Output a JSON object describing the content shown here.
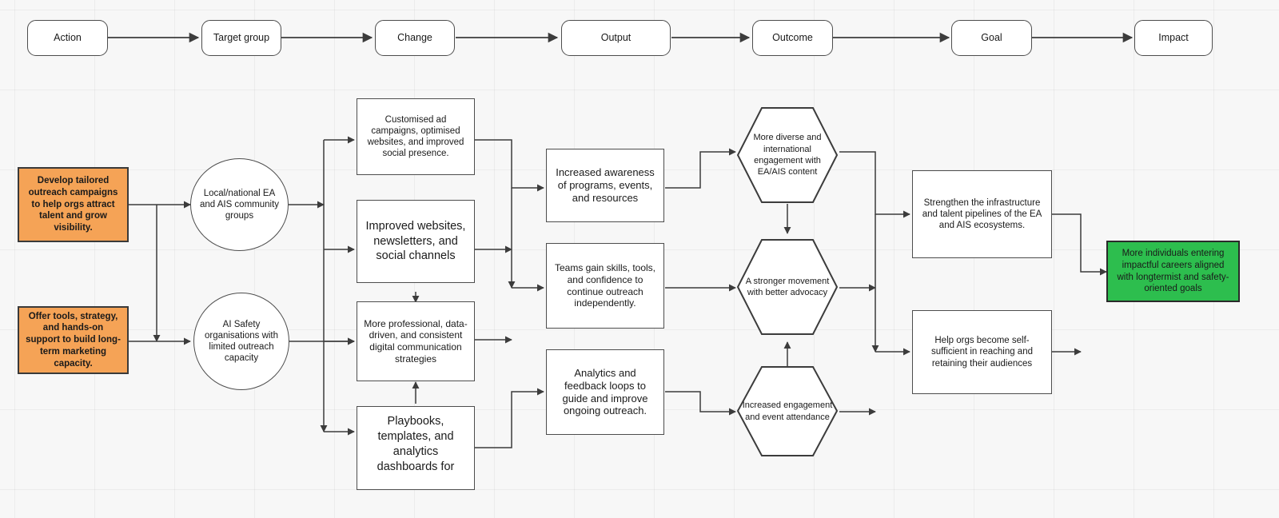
{
  "diagram": {
    "title": "Theory of change flowchart",
    "colors": {
      "accent_orange": "#f5a356",
      "accent_green": "#2dbe4e",
      "node_border": "#4d4d4d",
      "canvas_background": "#f7f7f7",
      "connector": "#3c3c3c"
    },
    "stages": [
      {
        "id": "stage-action",
        "label": "Action"
      },
      {
        "id": "stage-target-group",
        "label": "Target group"
      },
      {
        "id": "stage-change",
        "label": "Change"
      },
      {
        "id": "stage-output",
        "label": "Output"
      },
      {
        "id": "stage-outcome",
        "label": "Outcome"
      },
      {
        "id": "stage-goal",
        "label": "Goal"
      },
      {
        "id": "stage-impact",
        "label": "Impact"
      }
    ],
    "actions": [
      {
        "id": "action-outreach-campaigns",
        "label": "Develop tailored outreach campaigns to help orgs attract talent and grow visibility."
      },
      {
        "id": "action-tools-strategy",
        "label": "Offer tools, strategy, and hands-on support to build long-term marketing capacity."
      }
    ],
    "target_groups": [
      {
        "id": "target-community-groups",
        "label": "Local/national EA and AIS community groups"
      },
      {
        "id": "target-ai-safety-orgs",
        "label": "AI Safety organisations with limited outreach capacity"
      }
    ],
    "changes": [
      {
        "id": "change-ad-campaigns",
        "label": "Customised ad campaigns, optimised websites, and improved social presence."
      },
      {
        "id": "change-websites",
        "label": "Improved websites, newsletters, and social channels"
      },
      {
        "id": "change-communication",
        "label": "More professional, data-driven, and consistent digital communication strategies"
      },
      {
        "id": "change-playbooks",
        "label": "Playbooks, templates, and analytics dashboards for"
      }
    ],
    "outputs": [
      {
        "id": "output-awareness",
        "label": "Increased awareness of programs, events, and resources"
      },
      {
        "id": "output-teams-skills",
        "label": "Teams gain skills, tools, and confidence to continue outreach independently."
      },
      {
        "id": "output-analytics",
        "label": "Analytics and feedback loops to guide and improve ongoing outreach."
      }
    ],
    "outcomes": [
      {
        "id": "outcome-diverse-engagement",
        "label": "More diverse and international engagement with EA/AIS content"
      },
      {
        "id": "outcome-stronger-movement",
        "label": "A stronger movement with better advocacy"
      },
      {
        "id": "outcome-event-attendance",
        "label": "Increased engagement and event attendance"
      }
    ],
    "goals": [
      {
        "id": "goal-infrastructure",
        "label": "Strengthen the infrastructure and talent pipelines of the EA and AIS ecosystems."
      },
      {
        "id": "goal-self-sufficient",
        "label": "Help orgs become self-sufficient in reaching and retaining their audiences"
      }
    ],
    "impacts": [
      {
        "id": "impact-careers",
        "label": "More individuals entering impactful careers aligned with longtermist and safety-oriented goals"
      }
    ]
  }
}
